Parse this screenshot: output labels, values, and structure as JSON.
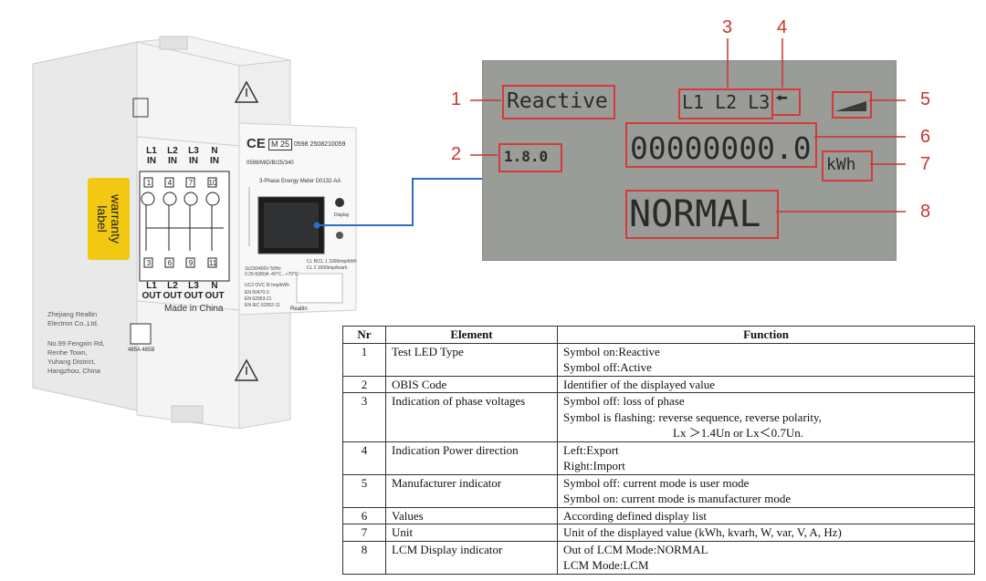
{
  "meter": {
    "warranty_label": "warranty\nlabel",
    "top_terminals": [
      {
        "label": "L1\nIN",
        "num": "1"
      },
      {
        "label": "L2\nIN",
        "num": "4"
      },
      {
        "label": "L3\nIN",
        "num": "7"
      },
      {
        "label": "N\nIN",
        "num": "10"
      }
    ],
    "bottom_terminals": [
      {
        "label": "L1\nOUT",
        "num": "3"
      },
      {
        "label": "L2\nOUT",
        "num": "6"
      },
      {
        "label": "L3\nOUT",
        "num": "9"
      },
      {
        "label": "N\nOUT",
        "num": "11"
      }
    ],
    "ce_mark": "CE",
    "m_mark": "M 25",
    "serial": "0598  2508210059",
    "model_code": "0598/MID/B/25/340",
    "product_name": "3-Phase Energy Meter D0132-AA",
    "spec_lines": [
      "3x230/400V  50Hz",
      "0.25-5(80)A  -40°C...+70°C",
      "UC2  OVC III  Imp/kWh",
      "EN 50470-3",
      "EN 62053-21",
      "EN IEC 62052-11"
    ],
    "spec_right": [
      "CL B/CL 1  1000imp/kWh",
      "CL 2  1000imp/kvarh"
    ],
    "made_in": "Made in China",
    "brand": "Realtin",
    "company_lines": [
      "Zhejiang Realtin",
      "Electron Co.,Ltd."
    ],
    "address_lines": [
      "No.99 Fengxin Rd,",
      "Renhe Town,",
      "Yuhang District,",
      "Hangzhou, China"
    ],
    "rs485": "485A  485B",
    "display_label": "Display"
  },
  "lcd": {
    "led_type": "Reactive",
    "phases": "L1 L2 L3",
    "obis": "1.8.0",
    "value": "00000000.0",
    "unit": "kWh",
    "mode": "NORMAL",
    "callouts": [
      "1",
      "2",
      "3",
      "4",
      "5",
      "6",
      "7",
      "8"
    ]
  },
  "table": {
    "headers": [
      "Nr",
      "Element",
      "Function"
    ],
    "rows": [
      {
        "nr": "1",
        "element": "Test LED Type",
        "function": [
          "Symbol on:Reactive",
          "Symbol off:Active"
        ]
      },
      {
        "nr": "2",
        "element": "OBIS Code",
        "function": [
          "Identifier of the displayed value"
        ]
      },
      {
        "nr": "3",
        "element": "Indication of phase voltages",
        "function": [
          "Symbol off: loss of phase",
          "Symbol is flashing: reverse sequence, reverse polarity,",
          "Lx ＞1.4Un or Lx＜0.7Un."
        ]
      },
      {
        "nr": "4",
        "element": "Indication Power direction",
        "function": [
          "Left:Export",
          "Right:Import"
        ]
      },
      {
        "nr": "5",
        "element": "Manufacturer indicator",
        "function": [
          "Symbol off: current mode is user mode",
          "Symbol on: current mode is manufacturer mode"
        ]
      },
      {
        "nr": "6",
        "element": "Values",
        "function": [
          "According defined display list"
        ]
      },
      {
        "nr": "7",
        "element": "Unit",
        "function": [
          "Unit of the displayed value (kWh, kvarh, W, var, V, A, Hz)"
        ]
      },
      {
        "nr": "8",
        "element": "LCM Display indicator",
        "function": [
          "Out of LCM Mode:NORMAL",
          "LCM Mode:LCM"
        ]
      }
    ]
  },
  "colors": {
    "callout": "#c8352f",
    "lcd_bg": "#9a9d97",
    "warranty": "#f2c813",
    "connector": "#2a6fc0"
  }
}
